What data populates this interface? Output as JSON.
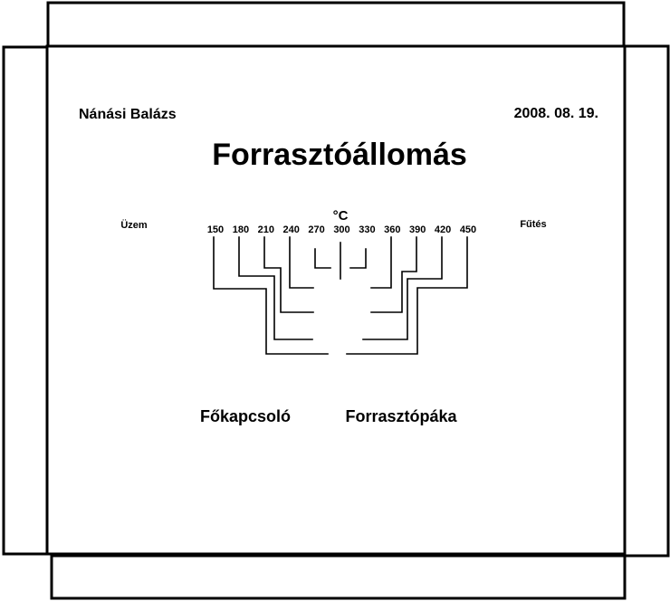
{
  "header": {
    "author": "Nánási Balázs",
    "date": "2008. 08. 19."
  },
  "title": "Forrasztóállomás",
  "indicators": {
    "power_label": "Üzem",
    "heating_label": "Fűtés"
  },
  "temperature_scale": {
    "unit": "°C",
    "values": [
      "150",
      "180",
      "210",
      "240",
      "270",
      "300",
      "330",
      "360",
      "390",
      "420",
      "450"
    ]
  },
  "labels": {
    "main_switch": "Főkapcsoló",
    "soldering_iron": "Forrasztópáka"
  }
}
